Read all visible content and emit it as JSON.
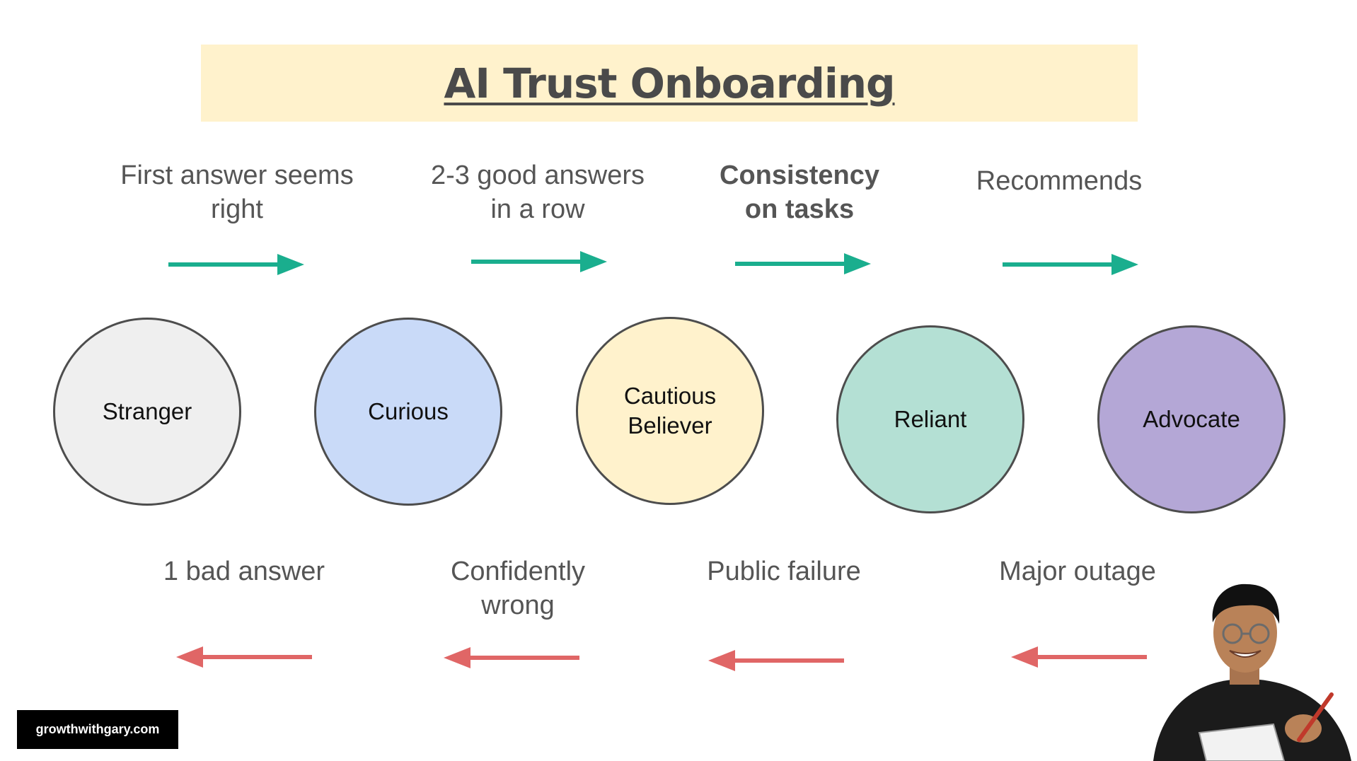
{
  "title": "AI Trust Onboarding",
  "colors": {
    "forward_arrow": "#1aae8e",
    "backward_arrow": "#e06666",
    "banner": "#fff2cc"
  },
  "stages": [
    {
      "label": "Stranger",
      "color": "#efefef"
    },
    {
      "label": "Curious",
      "color": "#c9daf8"
    },
    {
      "label": "Cautious\nBeliever",
      "color": "#fff2cc"
    },
    {
      "label": "Reliant",
      "color": "#b4e0d4"
    },
    {
      "label": "Advocate",
      "color": "#b4a7d6"
    }
  ],
  "forward_transitions": [
    {
      "label": "First answer seems\nright"
    },
    {
      "label": "2-3 good answers\nin a row"
    },
    {
      "label": "Consistency\non tasks"
    },
    {
      "label": "Recommends"
    }
  ],
  "backward_transitions": [
    {
      "label": "1 bad answer"
    },
    {
      "label": "Confidently\nwrong"
    },
    {
      "label": "Public failure"
    },
    {
      "label": "Major outage"
    }
  ],
  "watermark": "growthwithgary.com"
}
